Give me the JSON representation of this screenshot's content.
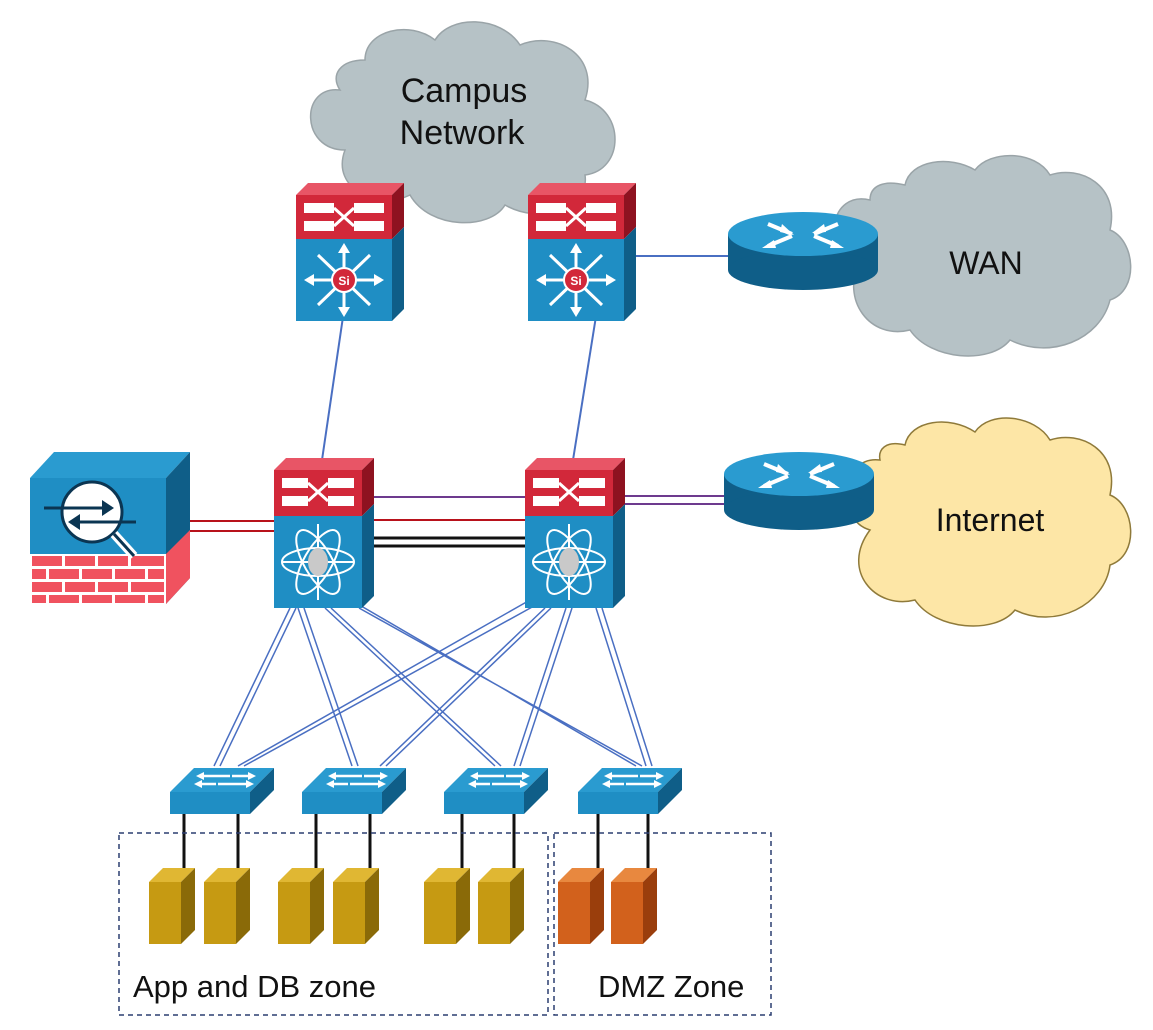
{
  "clouds": {
    "campus": {
      "line1": "Campus",
      "line2": "Network"
    },
    "wan": {
      "label": "WAN"
    },
    "internet": {
      "label": "Internet"
    }
  },
  "zones": {
    "app_db": {
      "label": "App and DB zone"
    },
    "dmz": {
      "label": "DMZ Zone"
    }
  },
  "colors": {
    "cloud_grey": "#b6c2c6",
    "cloud_yellow": "#fde6a6",
    "device_blue": "#1f8ec4",
    "device_red": "#d2283a",
    "server_gold": "#c69a12",
    "server_orange": "#d2611c",
    "link_blue": "#4a6fc2",
    "link_red": "#b8121b",
    "link_purple": "#6d3a8e",
    "zone_border": "#2c3e70"
  }
}
